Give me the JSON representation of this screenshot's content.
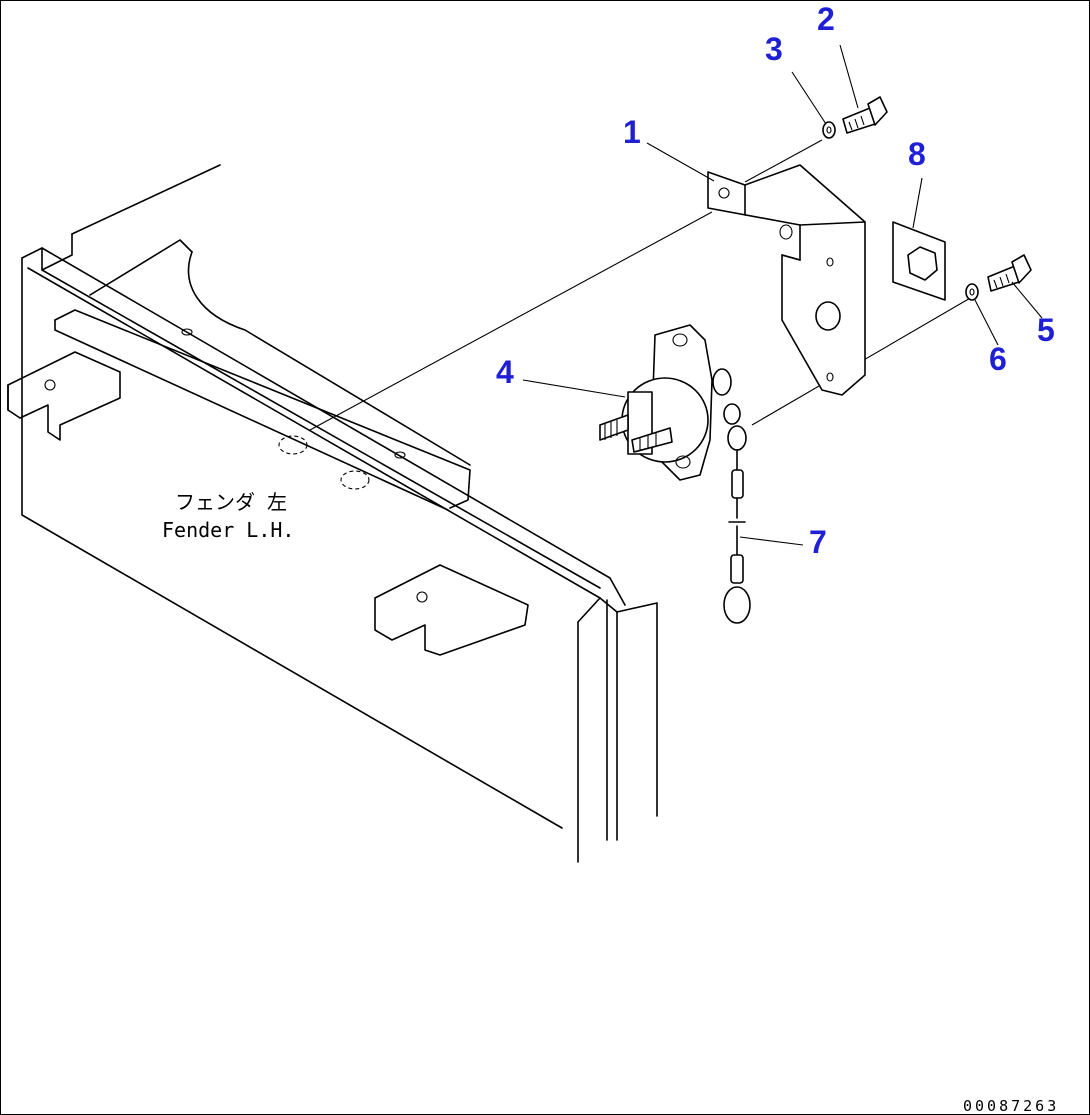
{
  "diagram": {
    "callouts": [
      {
        "id": "1",
        "label": "1"
      },
      {
        "id": "2",
        "label": "2"
      },
      {
        "id": "3",
        "label": "3"
      },
      {
        "id": "4",
        "label": "4"
      },
      {
        "id": "5",
        "label": "5"
      },
      {
        "id": "6",
        "label": "6"
      },
      {
        "id": "7",
        "label": "7"
      },
      {
        "id": "8",
        "label": "8"
      }
    ],
    "fender_label_jp": "フェンダ 左",
    "fender_label_en": "Fender L.H.",
    "drawing_number": "00087263",
    "callout_color": "#1f1fd6"
  }
}
